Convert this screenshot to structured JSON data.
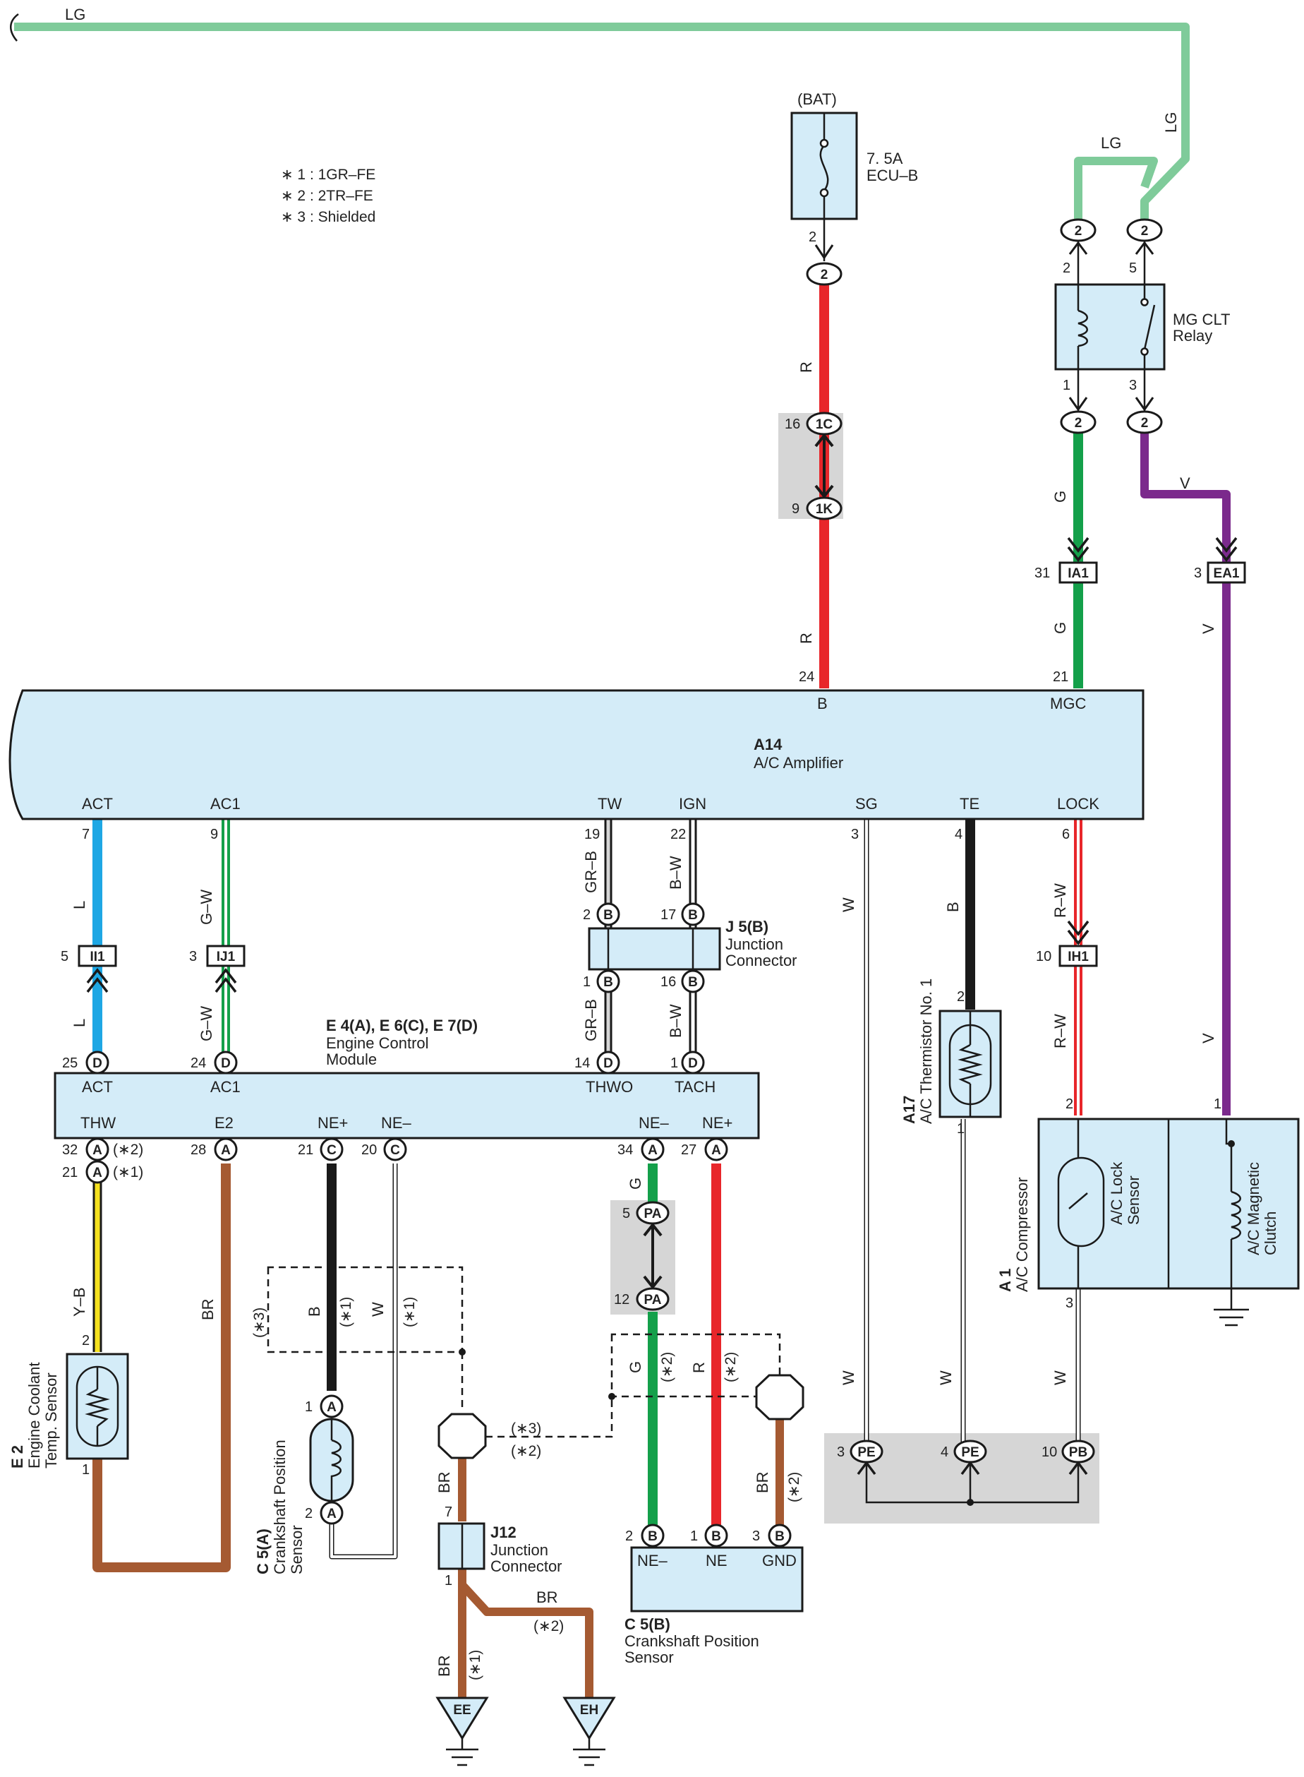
{
  "colors": {
    "LG": "#7fcb9a",
    "R": "#e8262a",
    "G": "#14a04a",
    "V": "#7b2a8c",
    "L": "#1ea7e4",
    "BR": "#a55a32",
    "B": "#1a1a1a",
    "Y": "#f5e11e",
    "W": "#cfcfcf",
    "box_fill": "#d4ecf8",
    "shade": "#d6d6d6"
  },
  "notes": [
    "∗ 1 : 1GR–FE",
    "∗ 2 : 2TR–FE",
    "∗ 3 : Shielded"
  ],
  "fuse": {
    "source": "(BAT)",
    "rating": "7. 5A",
    "name": "ECU–B",
    "pin": "2",
    "conn": "2"
  },
  "relay": {
    "name1": "MG CLT",
    "name2": "Relay",
    "pin_2": "2",
    "pin_5": "5",
    "pin_1": "1",
    "pin_3": "3",
    "conn": "2"
  },
  "wires": {
    "LG": "LG",
    "R": "R",
    "G": "G",
    "V": "V",
    "L": "L",
    "GW": "G–W",
    "GRB": "GR–B",
    "BW": "B–W",
    "W": "W",
    "B": "B",
    "RW": "R–W",
    "BR": "BR",
    "YB": "Y–B"
  },
  "conns": {
    "c1C": "1C",
    "c1K": "1K",
    "IA1": "IA1",
    "EA1": "EA1",
    "II1": "II1",
    "IJ1": "IJ1",
    "IH1": "IH1",
    "PA": "PA",
    "PE": "PE",
    "PB": "PB",
    "A": "A",
    "B": "B",
    "C": "C",
    "D": "D",
    "EE": "EE",
    "EH": "EH"
  },
  "pins": {
    "p2": "2",
    "p16": "16",
    "p9": "9",
    "p31": "31",
    "p3": "3",
    "p21": "21",
    "p24": "24",
    "p7": "7",
    "p19": "19",
    "p22": "22",
    "p6": "6",
    "p4": "4",
    "p17": "17",
    "p1": "1",
    "p5": "5",
    "p10": "10",
    "p25": "25",
    "p14": "14",
    "p32": "32",
    "p28": "28",
    "p20": "20",
    "p34": "34",
    "p27": "27",
    "p12": "12"
  },
  "amp": {
    "id": "A14",
    "name": "A/C Amplifier",
    "B": "B",
    "MGC": "MGC",
    "ACT": "ACT",
    "AC1": "AC1",
    "TW": "TW",
    "IGN": "IGN",
    "SG": "SG",
    "TE": "TE",
    "LOCK": "LOCK"
  },
  "ecm": {
    "id": "E 4(A), E 6(C), E 7(D)",
    "name1": "Engine Control",
    "name2": "Module",
    "ACT": "ACT",
    "AC1": "AC1",
    "THWO": "THWO",
    "TACH": "TACH",
    "THW": "THW",
    "E2": "E2",
    "NEp": "NE+",
    "NEm": "NE–"
  },
  "j5": {
    "id": "J 5(B)",
    "name1": "Junction",
    "name2": "Connector"
  },
  "j12": {
    "id": "J12",
    "name1": "Junction",
    "name2": "Connector"
  },
  "thermistor": {
    "id": "A17",
    "name": "A/C Thermistor No. 1"
  },
  "compressor": {
    "id": "A 1",
    "name": "A/C Compressor",
    "lock": "A/C Lock",
    "lock2": "Sensor",
    "clutch": "A/C Magnetic",
    "clutch2": "Clutch"
  },
  "coolant": {
    "id": "E 2",
    "name1": "Engine Coolant",
    "name2": "Temp.  Sensor"
  },
  "ckp_a": {
    "id": "C 5(A)",
    "name1": "Crankshaft Position",
    "name2": "Sensor"
  },
  "ckp_b": {
    "id": "C 5(B)",
    "name1": "Crankshaft Position",
    "name2": "Sensor",
    "NEm": "NE–",
    "NE": "NE",
    "GND": "GND"
  },
  "marks": {
    "m1": "(∗1)",
    "m2": "(∗2)",
    "m3": "(∗3)",
    "s1": "(∗1)",
    "s2": "(∗2)",
    "s3": "(∗3)"
  }
}
